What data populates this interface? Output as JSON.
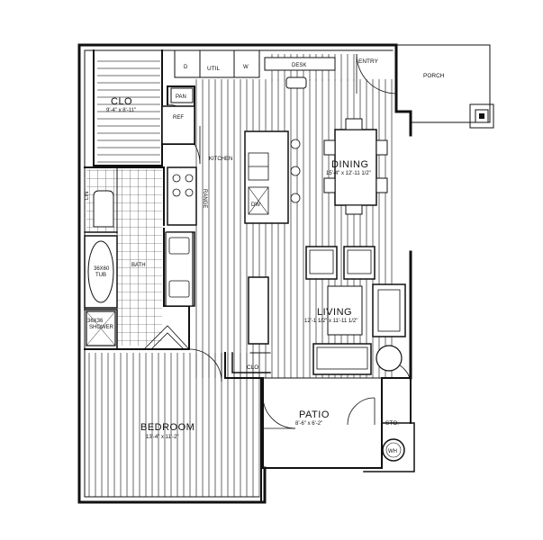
{
  "rooms": {
    "clo_main": {
      "name": "CLO",
      "dims": "9'-4\" x 8'-11\""
    },
    "kitchen": {
      "name": "KITCHEN"
    },
    "dining": {
      "name": "DINING",
      "dims": "15'-4\" x 12'-11 1/2\""
    },
    "living": {
      "name": "LIVING",
      "dims": "12'-1 1/2\" x 11'-11 1/2\""
    },
    "bath": {
      "name": "BATH"
    },
    "bedroom": {
      "name": "BEDROOM",
      "dims": "13'-4\" x 11'-2\""
    },
    "patio": {
      "name": "PATIO",
      "dims": "8'-6\" x 6'-2\""
    },
    "sto": {
      "name": "STO."
    },
    "clo_small": {
      "name": "CLO"
    },
    "entry": {
      "name": "ENTRY"
    },
    "porch": {
      "name": "PORCH"
    },
    "util": {
      "name": "UTIL"
    }
  },
  "fixtures": {
    "dryer": "D",
    "washer": "W",
    "desk": "DESK",
    "pan": "PAN",
    "ref": "REF",
    "range": "RANGE",
    "dw": "DW",
    "lin": "LIN",
    "tub": "36X60 TUB",
    "shower": "36X36 SHOWER",
    "wh": "WH"
  },
  "colors": {
    "line": "#111111",
    "floor_stripe": "#444444",
    "tile": "#222222",
    "background": "#ffffff"
  }
}
